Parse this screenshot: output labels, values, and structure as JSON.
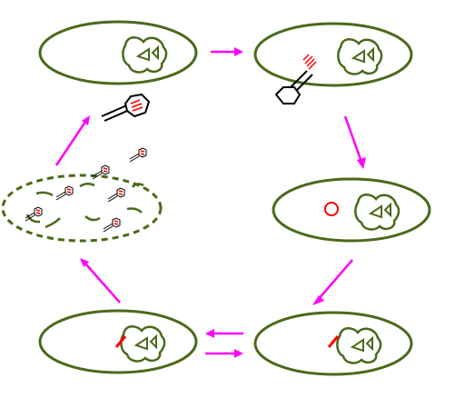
{
  "diagram": {
    "kind": "bacteriophage life cycle (lysogenic / lytic)",
    "text_labels": [],
    "colors": {
      "cell_wall": "#4a6a1a",
      "chromosome": "#4a6a1a",
      "arrow": "#ff00ff",
      "phage_outline": "#000000",
      "phage_dna": "#ff0000",
      "background": "#ffffff"
    },
    "stages": [
      {
        "id": "cell-with-chromosome",
        "phage_dna": "none"
      },
      {
        "id": "phage-attaches-injects",
        "phage_dna": "injected"
      },
      {
        "id": "phage-dna-circularizes",
        "phage_dna": "circular"
      },
      {
        "id": "prophage-integrated",
        "phage_dna": "integrated"
      },
      {
        "id": "prophage-replicating",
        "phage_dna": "integrated"
      },
      {
        "id": "cell-lysis",
        "phage_dna": "packaged",
        "released_phage_count": 6
      },
      {
        "id": "free-phage",
        "phage_dna": "packaged"
      }
    ],
    "arrows": [
      {
        "from": "cell-with-chromosome",
        "to": "phage-attaches-injects",
        "bidirectional": false
      },
      {
        "from": "phage-attaches-injects",
        "to": "phage-dna-circularizes",
        "bidirectional": false
      },
      {
        "from": "phage-dna-circularizes",
        "to": "prophage-replicating",
        "bidirectional": false
      },
      {
        "from": "prophage-replicating",
        "to": "prophage-integrated",
        "bidirectional": true
      },
      {
        "from": "prophage-integrated",
        "to": "cell-lysis",
        "bidirectional": false
      },
      {
        "from": "cell-lysis",
        "to": "free-phage",
        "bidirectional": false
      }
    ]
  }
}
